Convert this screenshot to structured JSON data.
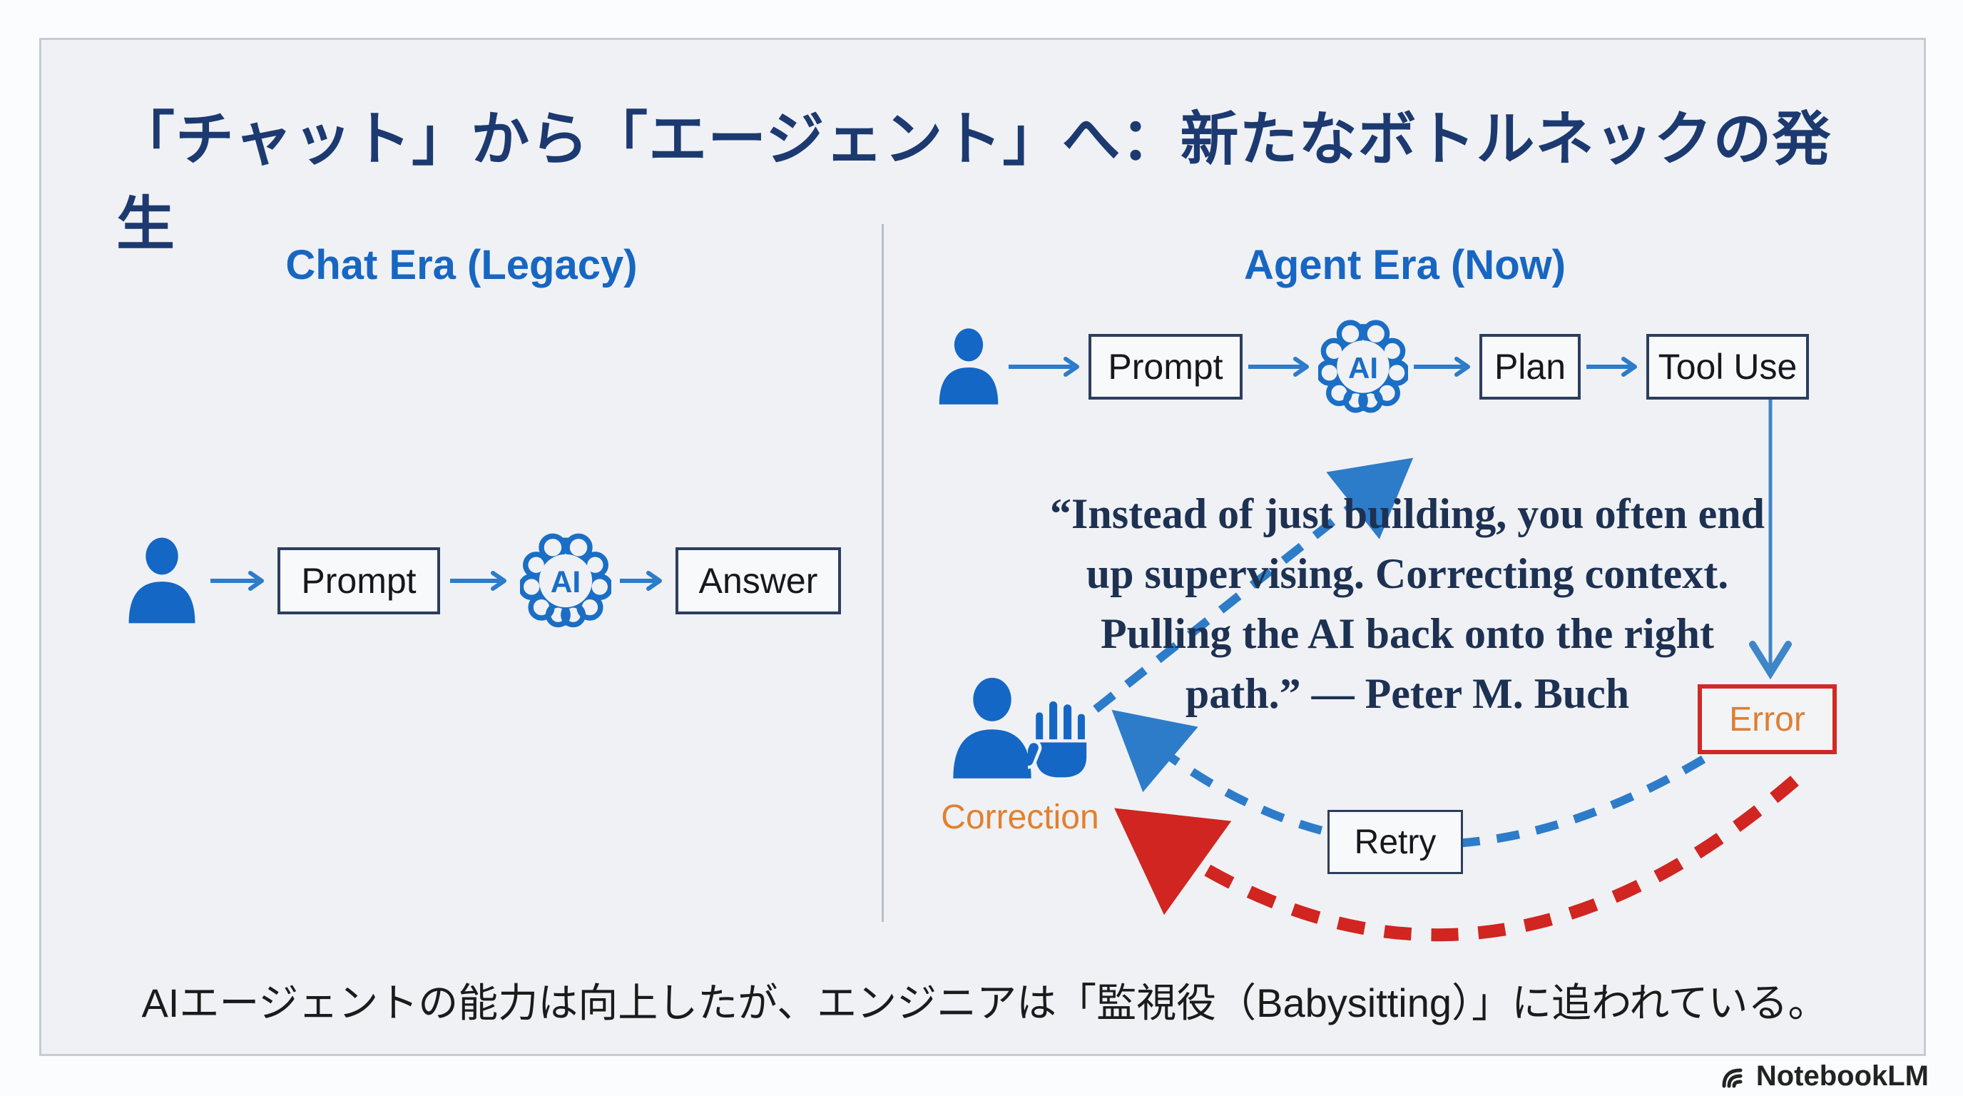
{
  "slide": {
    "title": "「チャット」から「エージェント」へ：新たなボトルネックの発生",
    "footer": "AIエージェントの能力は向上したが、エンジニアは「監視役（Babysitting）」に追われている。"
  },
  "chat_era": {
    "heading": "Chat Era (Legacy)",
    "nodes": {
      "prompt": "Prompt",
      "ai": "AI",
      "answer": "Answer"
    }
  },
  "agent_era": {
    "heading": "Agent Era (Now)",
    "nodes": {
      "prompt": "Prompt",
      "ai": "AI",
      "plan": "Plan",
      "tool_use": "Tool Use",
      "error": "Error",
      "retry": "Retry",
      "correction": "Correction"
    },
    "quote_lines": [
      "“Instead of just building, you often end",
      "up supervising. Correcting context.",
      "Pulling the AI back onto the right",
      "path.” — Peter M. Buch"
    ]
  },
  "watermark": {
    "brand": "NotebookLM"
  },
  "colors": {
    "title_navy": "#1c3a70",
    "heading_blue": "#1766c2",
    "icon_blue": "#1467c4",
    "arrow_blue": "#2d7cc9",
    "quote_navy": "#1d3152",
    "error_red": "#cf2a24",
    "error_orange": "#dd7f33",
    "correction_orange": "#e0812f",
    "retry_border_navy": "#2c3e5e",
    "slide_background": "#f0f1f5"
  }
}
